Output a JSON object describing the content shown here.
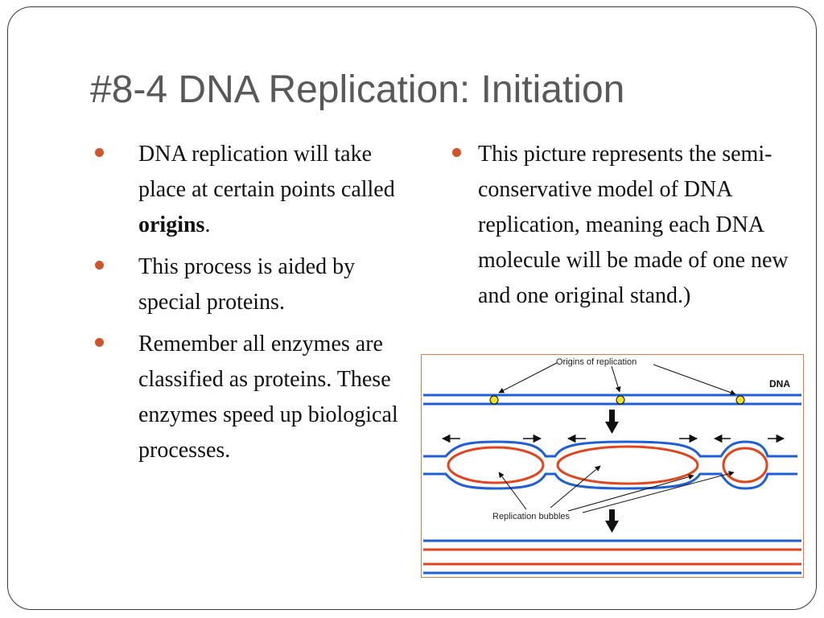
{
  "slide": {
    "title": "#8-4 DNA Replication: Initiation",
    "left_bullets": [
      {
        "text_before": "DNA replication will take place at certain points called ",
        "bold": "origins",
        "text_after": "."
      },
      {
        "text": "This process is aided by special proteins."
      },
      {
        "text": "Remember all enzymes are classified as proteins. These enzymes speed up biological processes."
      }
    ],
    "right_bullets": [
      {
        "text": "This picture represents the semi-conservative model of DNA replication, meaning each DNA molecule will be made of one new and one original stand.)"
      }
    ],
    "figure": {
      "origins_label": "Origins of replication",
      "dna_label": "DNA",
      "bubbles_label": "Replication bubbles",
      "colors": {
        "original_strand": "#1f5fd6",
        "new_strand": "#e2451e",
        "origin": "#f2e227",
        "frame": "#e07a4a",
        "bullet": "#d1552a"
      }
    }
  }
}
